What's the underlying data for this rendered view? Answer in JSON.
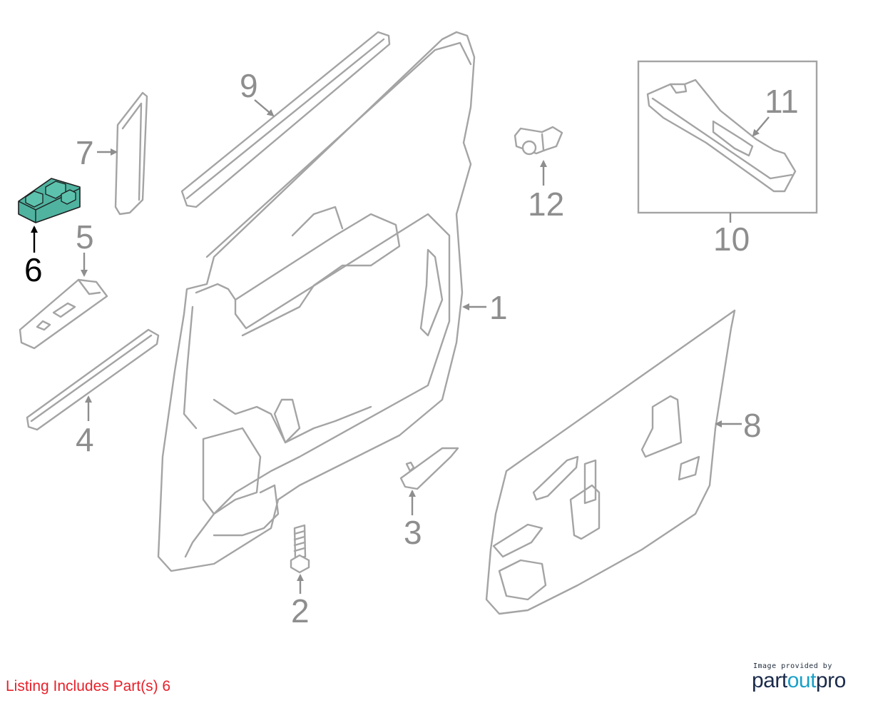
{
  "diagram": {
    "callouts": [
      {
        "id": "1",
        "label": "1",
        "highlighted": false
      },
      {
        "id": "2",
        "label": "2",
        "highlighted": false
      },
      {
        "id": "3",
        "label": "3",
        "highlighted": false
      },
      {
        "id": "4",
        "label": "4",
        "highlighted": false
      },
      {
        "id": "5",
        "label": "5",
        "highlighted": false
      },
      {
        "id": "6",
        "label": "6",
        "highlighted": true
      },
      {
        "id": "7",
        "label": "7",
        "highlighted": false
      },
      {
        "id": "8",
        "label": "8",
        "highlighted": false
      },
      {
        "id": "9",
        "label": "9",
        "highlighted": false
      },
      {
        "id": "10",
        "label": "10",
        "highlighted": false
      },
      {
        "id": "11",
        "label": "11",
        "highlighted": false
      },
      {
        "id": "12",
        "label": "12",
        "highlighted": false
      }
    ],
    "highlight_color": "#4fb3a0",
    "line_color": "#a4a4a4"
  },
  "footer": {
    "listing_text": "Listing Includes Part(s) 6",
    "listing_color": "#e8202a",
    "credit_small": "Image provided by",
    "credit_logo_part": "part",
    "credit_logo_out": "out",
    "credit_logo_pro": "pro"
  }
}
